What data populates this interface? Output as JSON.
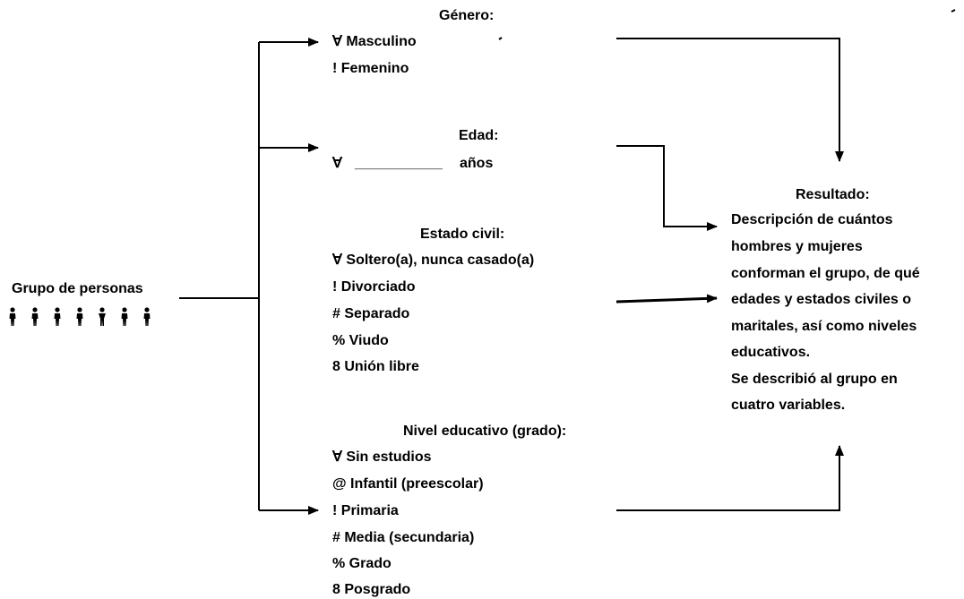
{
  "genero": {
    "title": "Género:",
    "options": [
      "∀ Masculino",
      "! Femenino"
    ]
  },
  "edad": {
    "title": "Edad:",
    "marker": "∀",
    "blank": "___________",
    "unit": "años"
  },
  "estado_civil": {
    "title": "Estado civil:",
    "options": [
      "∀ Soltero(a), nunca casado(a)",
      "! Divorciado",
      "# Separado",
      "% Viudo",
      "8 Unión libre"
    ]
  },
  "nivel_educativo": {
    "title": "Nivel educativo (grado):",
    "options": [
      "∀ Sin estudios",
      "@ Infantil (preescolar)",
      "! Primaria",
      "# Media (secundaria)",
      "% Grado",
      "8 Posgrado"
    ]
  },
  "grupo": {
    "label": "Grupo de personas",
    "icon": "person-silhouette-icon"
  },
  "resultado": {
    "title": "Resultado:",
    "lines": [
      "Descripción de cuántos",
      "hombres y mujeres",
      "conforman el grupo, de qué",
      "edades y estados civiles o",
      "maritales, así como niveles",
      "educativos.",
      "Se describió al grupo en",
      "cuatro variables."
    ]
  }
}
